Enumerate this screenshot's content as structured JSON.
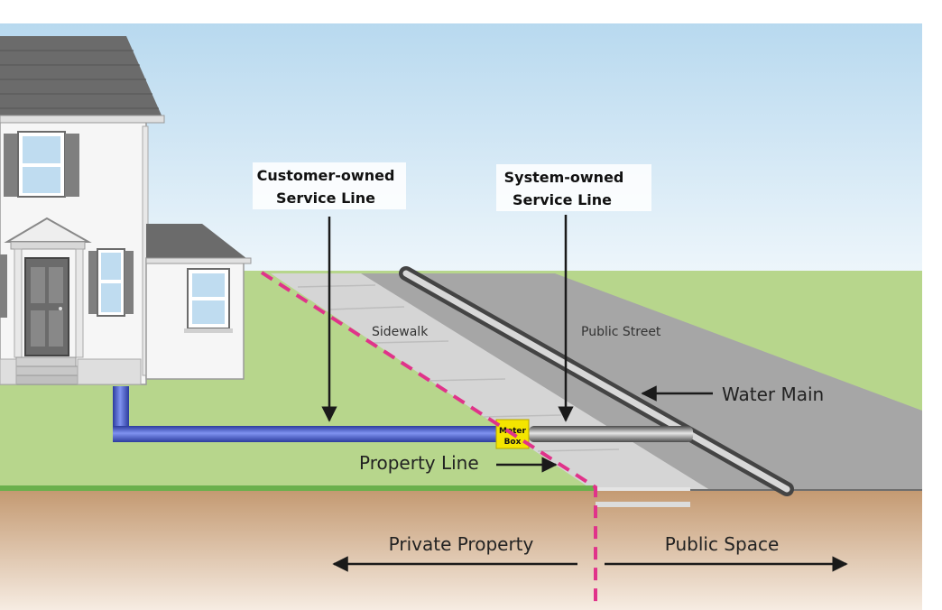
{
  "labels": {
    "customer_owned_line1": "Customer-owned",
    "customer_owned_line2": "Service Line",
    "system_owned_line1": "System-owned",
    "system_owned_line2": "Service Line",
    "sidewalk": "Sidewalk",
    "public_street": "Public Street",
    "water_main": "Water Main",
    "meter_box_line1": "Meter",
    "meter_box_line2": "Box",
    "property_line": "Property Line",
    "private_property": "Private Property",
    "public_space": "Public Space"
  },
  "colors": {
    "sky_top": "#b8d9ef",
    "sky_bottom": "#eef6fb",
    "grass": "#b7d68c",
    "grass_edge": "#6ab04c",
    "soil_top": "#c49a72",
    "soil_bottom": "#f3e6d8",
    "street": "#a9a9a9",
    "sidewalk": "#d4d4d4",
    "house": "#f6f6f6",
    "roof": "#6b6b6b",
    "customer_pipe": "#3a4fb8",
    "system_pipe": "#7d7d7d",
    "meter_box": "#f4e500",
    "property_line": "#e0338a"
  }
}
